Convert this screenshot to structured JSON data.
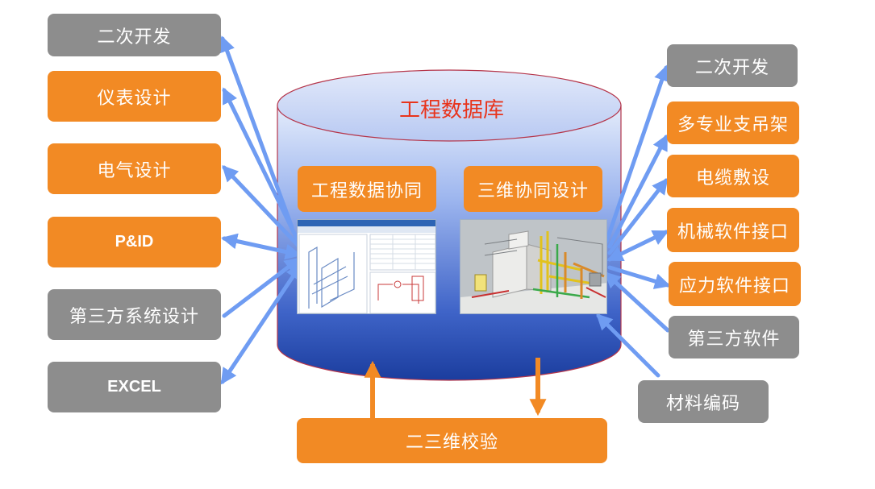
{
  "database": {
    "title": "工程数据库"
  },
  "inner": {
    "collab_data": "工程数据协同",
    "collab_3d": "三维协同设计"
  },
  "left_boxes": [
    {
      "label": "二次开发",
      "style": "gray"
    },
    {
      "label": "仪表设计",
      "style": "orange"
    },
    {
      "label": "电气设计",
      "style": "orange"
    },
    {
      "label": "P&ID",
      "style": "orange"
    },
    {
      "label": "第三方系统设计",
      "style": "gray"
    },
    {
      "label": "EXCEL",
      "style": "gray"
    }
  ],
  "right_boxes": [
    {
      "label": "二次开发",
      "style": "gray"
    },
    {
      "label": "多专业支吊架",
      "style": "orange"
    },
    {
      "label": "电缆敷设",
      "style": "orange"
    },
    {
      "label": "机械软件接口",
      "style": "orange"
    },
    {
      "label": "应力软件接口",
      "style": "orange"
    },
    {
      "label": "第三方软件",
      "style": "gray"
    },
    {
      "label": "材料编码",
      "style": "gray"
    }
  ],
  "bottom": {
    "label": "二三维校验"
  },
  "colors": {
    "orange": "#f28a24",
    "gray": "#8d8d8d",
    "arrow": "#6f9cf2",
    "arrow_bottom": "#f28a24",
    "title": "#e8341c"
  }
}
